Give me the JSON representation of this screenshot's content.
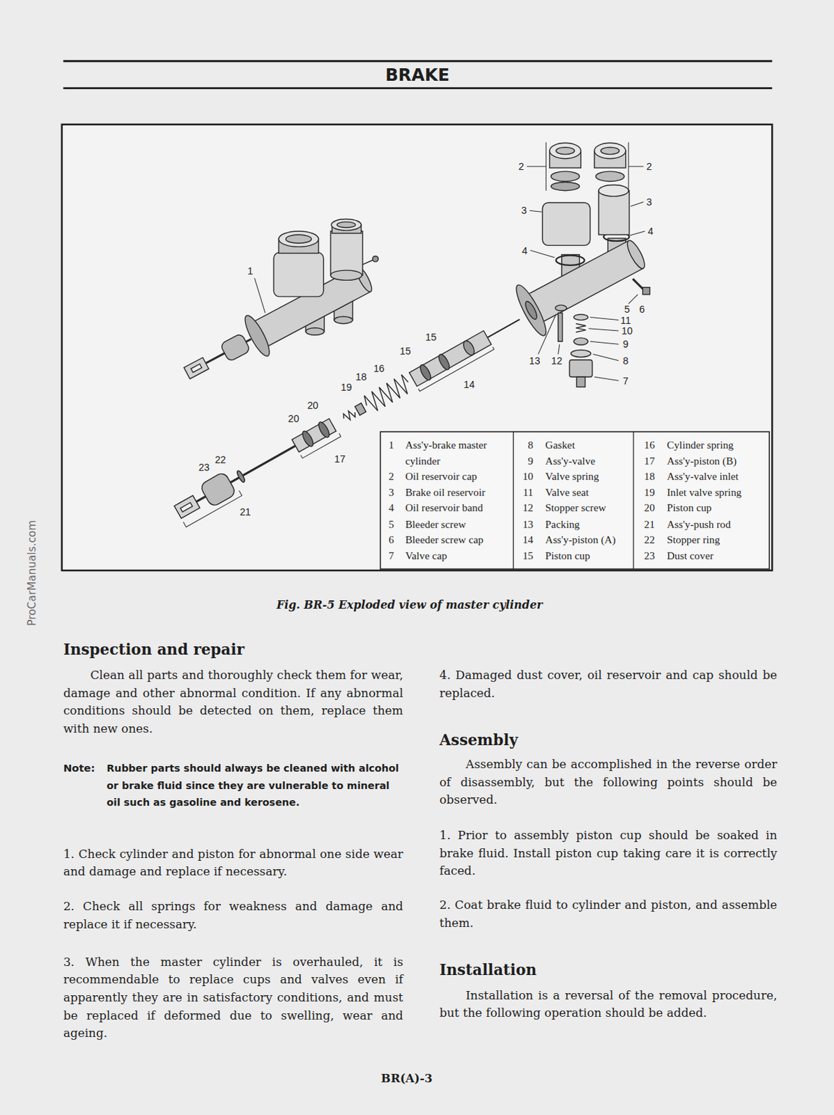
{
  "diagram": {
    "title": "BRAKE",
    "caption": "Fig. BR-5 Exploded view of master cylinder",
    "labels": [
      "1",
      "2",
      "2",
      "3",
      "3",
      "4",
      "4",
      "5",
      "6",
      "11",
      "10",
      "9",
      "8",
      "7",
      "13",
      "12",
      "15",
      "15",
      "14",
      "16",
      "18",
      "19",
      "20",
      "20",
      "17",
      "22",
      "23",
      "21",
      "1",
      "Ass'y-brake master cylinder",
      "2",
      "Oil reservoir cap",
      "3",
      "Brake oil reservoir",
      "4",
      "Oil reservoir band",
      "5",
      "Bleeder screw",
      "6",
      "Bleeder screw cap",
      "7",
      "Valve cap",
      "8",
      "Gasket",
      "9",
      "Ass'y-valve",
      "10",
      "Valve spring",
      "11",
      "Valve seat",
      "12",
      "Stopper screw",
      "13",
      "Packing",
      "14",
      "Ass'y-piston (A)",
      "15",
      "Piston cup",
      "16",
      "Cylinder spring",
      "17",
      "Ass'y-piston (B)",
      "18",
      "Ass'y-valve inlet",
      "19",
      "Inlet valve spring",
      "20",
      "Piston cup",
      "21",
      "Ass'y-push rod",
      "22",
      "Stopper ring",
      "23",
      "Dust cover",
      "Inspection and repair",
      "Clean all parts and thoroughly check them for wear, damage and other abnormal condition. If any abnormal conditions should be detected on them, replace them with new ones.",
      "Note:",
      "Rubber parts should always be cleaned with alcohol or brake fluid since they are vulnerable to mineral oil such as gasoline and kerosene.",
      "1. Check cylinder and piston for abnormal one side wear and damage and replace if necessary.",
      "2. Check all springs for weakness and damage and replace it if necessary.",
      "3. When the master cylinder is overhauled, it is recommendable to replace cups and valves even if apparently they are in satisfactory conditions, and must be replaced if deformed due to swelling, wear and ageing.",
      "4. Damaged dust cover, oil reservoir and cap should be replaced.",
      "Assembly",
      "Assembly can be accomplished in the reverse order of disassembly, but the following points should be observed.",
      "1. Prior to assembly piston cup should be soaked in brake fluid. Install piston cup taking care it is correctly faced.",
      "2. Coat brake fluid to cylinder and piston, and assemble them.",
      "Installation",
      "Installation is a reversal of the removal procedure, but the following operation should be added.",
      "BR(A)-3",
      "ProCarManuals.com"
    ]
  }
}
